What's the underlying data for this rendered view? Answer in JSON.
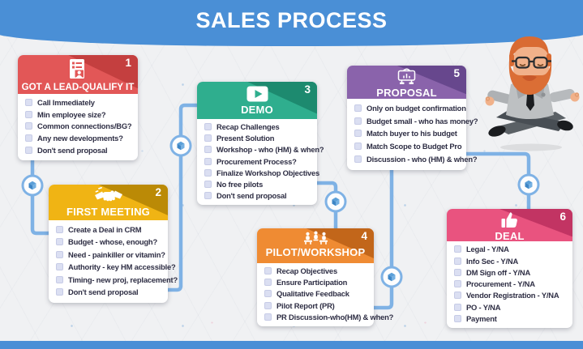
{
  "banner": {
    "title": "SALES PROCESS",
    "color": "#4a8fd6"
  },
  "footer": {
    "color": "#4a8fd6"
  },
  "connectors": {
    "line_color": "#7fb2e5",
    "node_icon": "cube-icon",
    "node_count": 5
  },
  "checkbox_color": "#dbdff2",
  "illustration": {
    "name": "meditating-businessman"
  },
  "steps": [
    {
      "number": "1",
      "title": "GOT A LEAD-QUALIFY IT",
      "icon": "lead-profile-icon",
      "header_color": "#e25757",
      "fold_color": "#c43f3f",
      "items": [
        "Call Immediately",
        "Min employee size?",
        "Common connections/BG?",
        "Any new developments?",
        "Don't send proposal"
      ]
    },
    {
      "number": "2",
      "title": "FIRST MEETING",
      "icon": "handshake-icon",
      "header_color": "#f0b414",
      "fold_color": "#bb8a06",
      "items": [
        "Create a Deal in CRM",
        "Budget - whose, enough?",
        "Need - painkiller or vitamin?",
        "Authority - key HM accessible?",
        "Timing- new proj, replacement?",
        "Don't send proposal"
      ]
    },
    {
      "number": "3",
      "title": "DEMO",
      "icon": "play-icon",
      "header_color": "#2fae8e",
      "fold_color": "#1d8a6f",
      "items": [
        "Recap Challenges",
        "Present Solution",
        "Workshop - who (HM) & when?",
        "Procurement Process?",
        "Finalize Workshop Objectives",
        "No free pilots",
        "Don't send proposal"
      ]
    },
    {
      "number": "4",
      "title": "PILOT/WORKSHOP",
      "icon": "workshop-people-icon",
      "header_color": "#ef8b33",
      "fold_color": "#c2661a",
      "items": [
        "Recap Objectives",
        "Ensure Participation",
        "Qualitative Feedback",
        "Pilot Report (PR)",
        "PR Discussion-who(HM) & when?"
      ]
    },
    {
      "number": "5",
      "title": "PROPOSAL",
      "icon": "presentation-board-icon",
      "header_color": "#8a63ab",
      "fold_color": "#67478d",
      "items": [
        "Only on budget confirmation",
        "Budget small - who has money?",
        "Match buyer to his budget",
        "Match Scope to Budget Pro",
        "Discussion - who (HM) & when?"
      ]
    },
    {
      "number": "6",
      "title": "DEAL",
      "icon": "thumbs-up-icon",
      "header_color": "#e9537f",
      "fold_color": "#c23463",
      "items": [
        "Legal - Y/NA",
        "Info Sec - Y/NA",
        "DM Sign off - Y/NA",
        "Procurement - Y/NA",
        "Vendor Registration - Y/NA",
        "PO - Y/NA",
        "Payment"
      ]
    }
  ]
}
